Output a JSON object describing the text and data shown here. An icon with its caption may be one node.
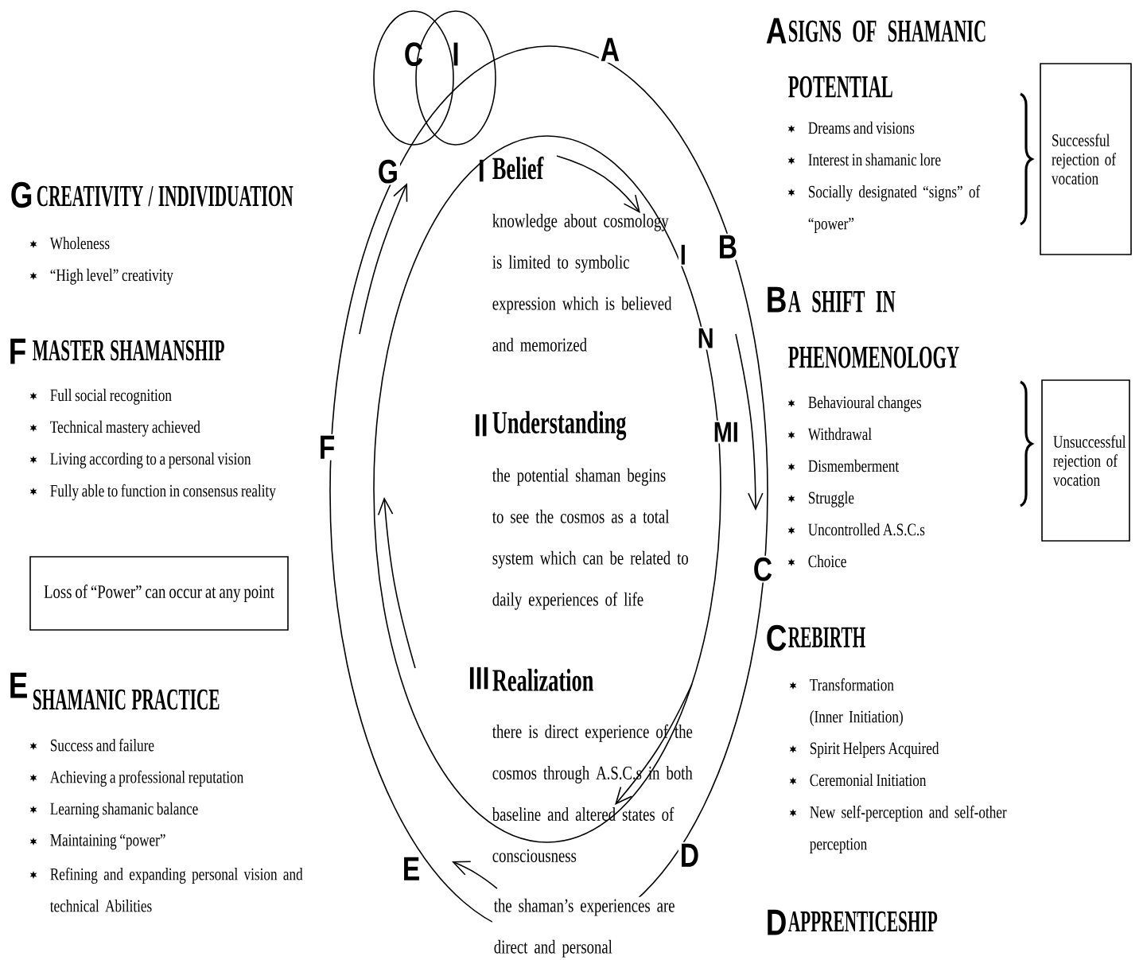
{
  "diagram": {
    "nodes": [
      {
        "text": [
          "Successful rejection of vocation"
        ]
      },
      {
        "text": [
          "Unsuccessful rejection of vocation"
        ]
      },
      {
        "text": [
          "Loss of “Power” can occur at any point"
        ]
      },
      {
        "text": [
          "C"
        ]
      },
      {
        "text": [
          "I"
        ]
      }
    ],
    "labels": [
      "G",
      "CREATIVITY / INDIVIDUATION",
      "Wholeness",
      "“High level” creativity",
      "F",
      "MASTER SHAMANSHIP",
      "Full social recognition",
      "Technical mastery achieved",
      "Living according to a personal vision",
      "Fully able to function in consensus reality",
      "E",
      "SHAMANIC PRACTICE",
      "Success and failure",
      "Achieving a professional reputation",
      "Learning shamanic balance",
      "Maintaining “power”",
      "Refining and expanding personal vision and technical Abilities",
      "A",
      "G",
      "B",
      "F",
      "C",
      "D",
      "E",
      "I",
      "N",
      "MI",
      "I",
      "Belief",
      "knowledge about cosmology is limited to symbolic expression which is believed and memorized",
      "II",
      "Understanding",
      "the potential shaman begins to see the cosmos as a total system which can be related to daily experiences of life",
      "III",
      "Realization",
      "there is direct experience of the cosmos through A.S.C.s in both baseline and altered states of consciousness",
      "the shaman’s experiences are direct and personal",
      "A",
      "SIGNS OF SHAMANIC POTENTIAL",
      "Dreams and visions",
      "Interest in shamanic lore",
      "Socially designated “signs” of “power”",
      "B",
      "A SHIFT IN PHENOMENOLOGY",
      "Behavioural changes",
      "Withdrawal",
      "Dismemberment",
      "Struggle",
      "Uncontrolled A.S.C.s",
      "Choice",
      "C",
      "REBIRTH",
      "Transformation (Inner Initiation)",
      "Spirit Helpers Acquired",
      "Ceremonial Initiation",
      "New self-perception and self-other perception",
      "D",
      "APPRENTICESHIP"
    ]
  }
}
